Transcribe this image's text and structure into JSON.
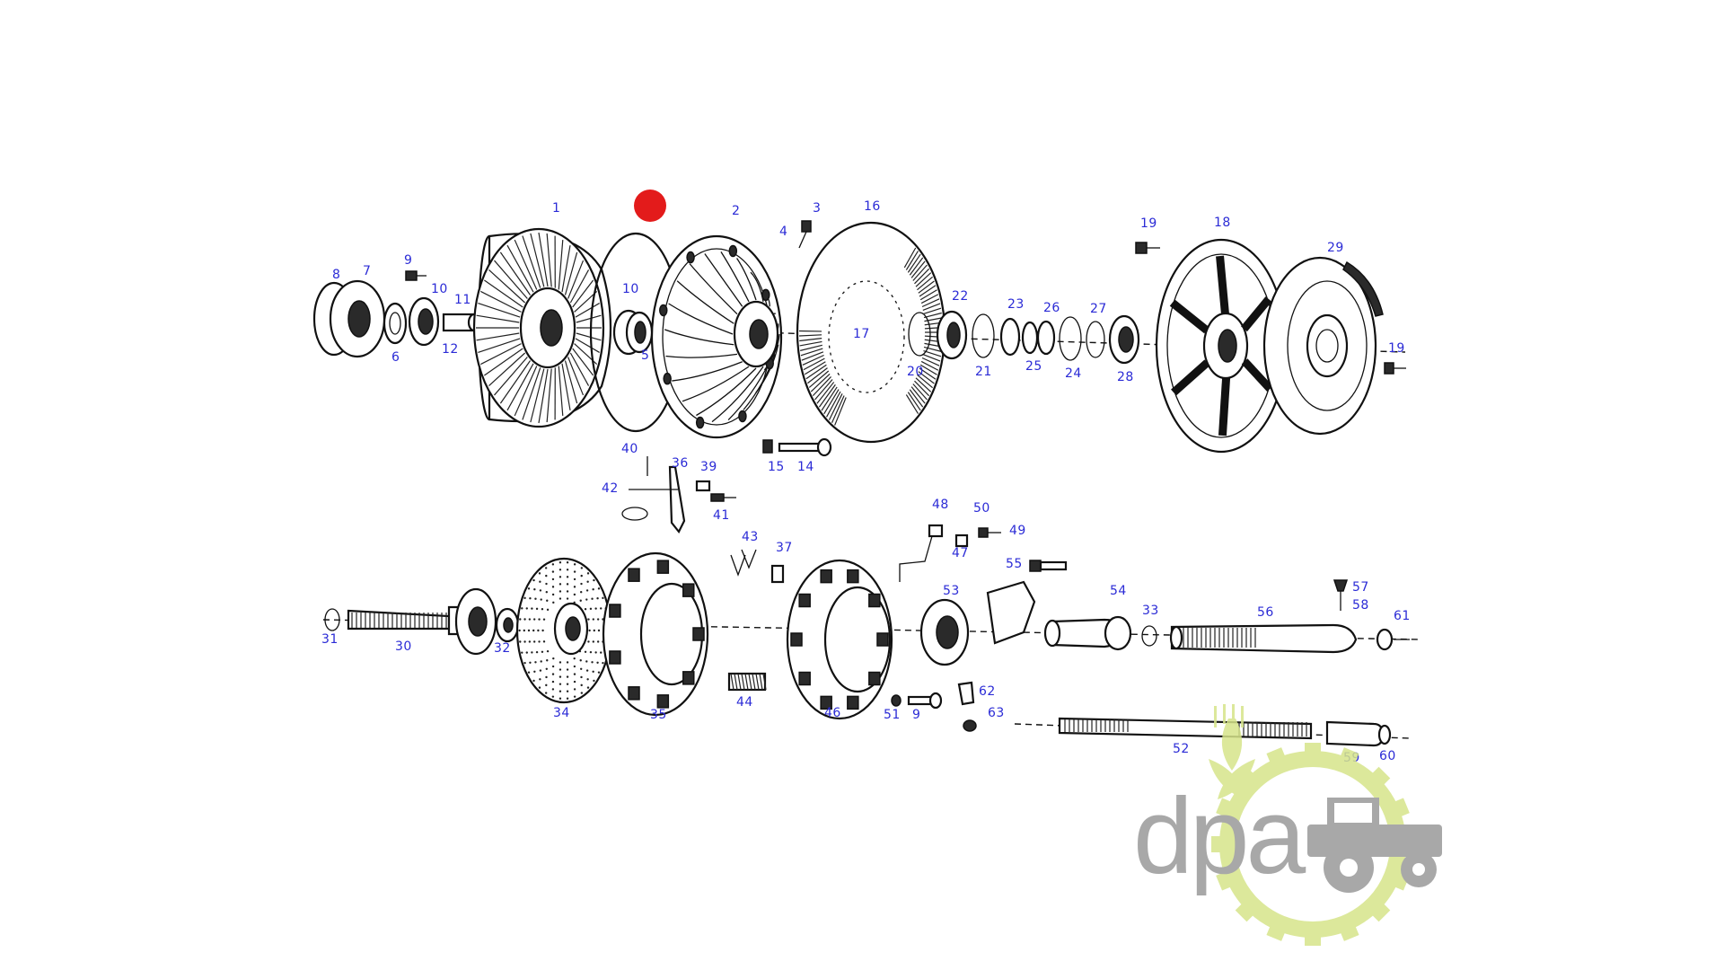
{
  "diagram": {
    "colors": {
      "label": "#2b2bd6",
      "marker": "#e31b1b",
      "logo_gray": "#9a9a9a",
      "logo_green": "#d6e48a",
      "line": "#111111"
    },
    "marker_target": "5",
    "labels": {
      "p1": "1",
      "p2": "2",
      "p3": "3",
      "p4": "4",
      "p5": "5",
      "p6": "6",
      "p7": "7",
      "p8": "8",
      "p9a": "9",
      "p10a": "10",
      "p10b": "10",
      "p11": "11",
      "p12": "12",
      "p14": "14",
      "p15": "15",
      "p16": "16",
      "p17": "17",
      "p18": "18",
      "p19a": "19",
      "p19b": "19",
      "p20": "20",
      "p21": "21",
      "p22": "22",
      "p23": "23",
      "p24": "24",
      "p25": "25",
      "p26": "26",
      "p27": "27",
      "p28": "28",
      "p29": "29",
      "p30": "30",
      "p31": "31",
      "p32": "32",
      "p33": "33",
      "p34": "34",
      "p35": "35",
      "p36": "36",
      "p37": "37",
      "p39": "39",
      "p40": "40",
      "p41": "41",
      "p42": "42",
      "p43": "43",
      "p44": "44",
      "p46": "46",
      "p47": "47",
      "p48": "48",
      "p49": "49",
      "p50": "50",
      "p51": "51",
      "p9b": "9",
      "p52": "52",
      "p53": "53",
      "p54": "54",
      "p55": "55",
      "p56": "56",
      "p57": "57",
      "p58": "58",
      "p59": "59",
      "p60": "60",
      "p61": "61",
      "p62": "62",
      "p63": "63"
    }
  },
  "watermark": {
    "text": "dpa",
    "icons": [
      "wheat-icon",
      "gear-icon",
      "tractor-icon"
    ]
  }
}
